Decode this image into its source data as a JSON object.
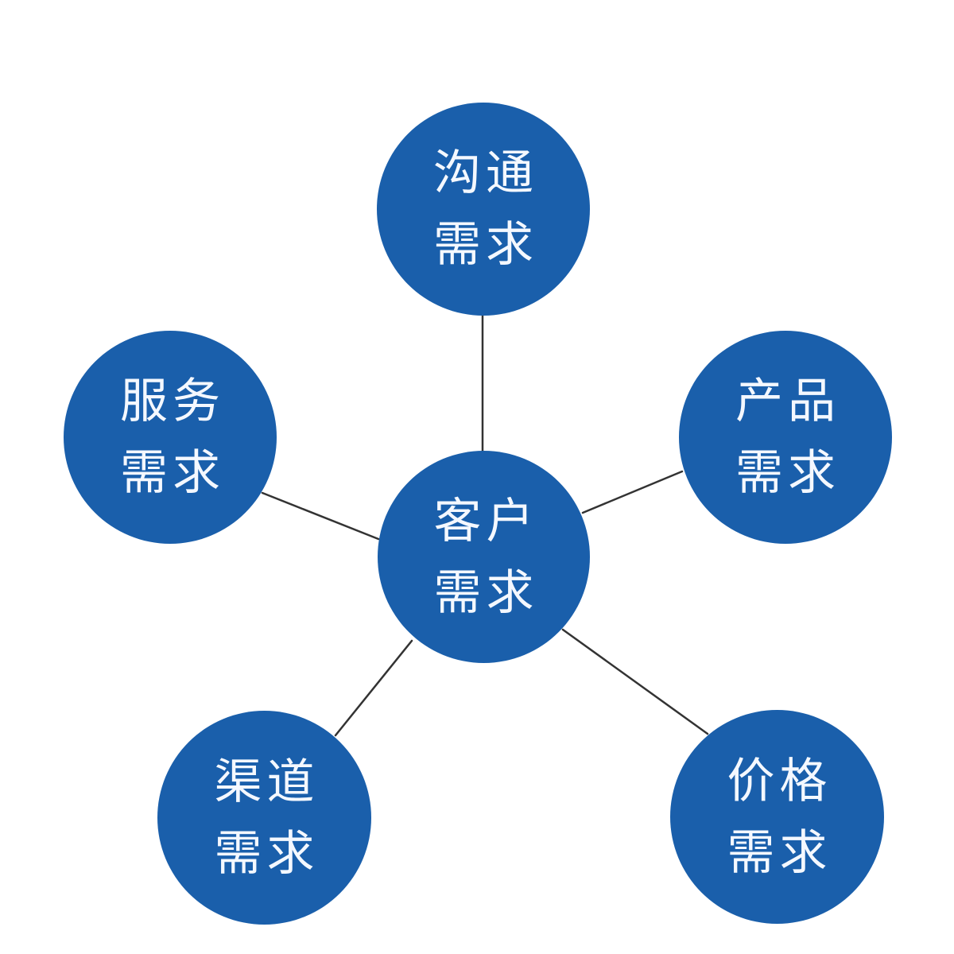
{
  "diagram": {
    "type": "hub-and-spoke",
    "colors": {
      "background": "#ffffff",
      "node_fill": "#1a5fab",
      "node_text": "#f4f8ff",
      "connector": "#333333"
    },
    "center": {
      "line1": "客户",
      "line2": "需求",
      "full_label": "客户需求"
    },
    "nodes": [
      {
        "id": "communication",
        "line1": "沟通",
        "line2": "需求",
        "full_label": "沟通需求",
        "position": "top"
      },
      {
        "id": "product",
        "line1": "产品",
        "line2": "需求",
        "full_label": "产品需求",
        "position": "right"
      },
      {
        "id": "price",
        "line1": "价格",
        "line2": "需求",
        "full_label": "价格需求",
        "position": "bottom-right"
      },
      {
        "id": "channel",
        "line1": "渠道",
        "line2": "需求",
        "full_label": "渠道需求",
        "position": "bottom-left"
      },
      {
        "id": "service",
        "line1": "服务",
        "line2": "需求",
        "full_label": "服务需求",
        "position": "left"
      }
    ],
    "edges": [
      {
        "from": "center",
        "to": "communication"
      },
      {
        "from": "center",
        "to": "product"
      },
      {
        "from": "center",
        "to": "price"
      },
      {
        "from": "center",
        "to": "channel"
      },
      {
        "from": "center",
        "to": "service"
      }
    ]
  }
}
